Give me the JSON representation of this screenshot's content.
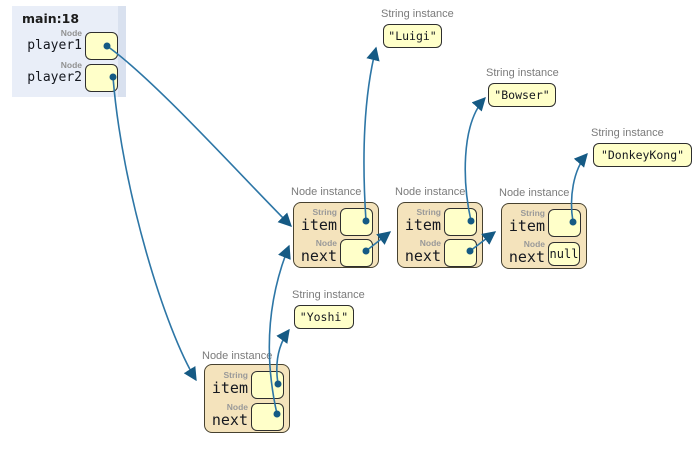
{
  "frame": {
    "title": "main:18",
    "vars": [
      {
        "type": "Node",
        "name": "player1"
      },
      {
        "type": "Node",
        "name": "player2"
      }
    ]
  },
  "nodes": [
    {
      "label": "Node instance",
      "fields": [
        {
          "type": "String",
          "name": "item"
        },
        {
          "type": "Node",
          "name": "next"
        }
      ]
    },
    {
      "label": "Node instance",
      "fields": [
        {
          "type": "String",
          "name": "item"
        },
        {
          "type": "Node",
          "name": "next"
        }
      ]
    },
    {
      "label": "Node instance",
      "fields": [
        {
          "type": "String",
          "name": "item"
        },
        {
          "type": "Node",
          "name": "next",
          "value": "null"
        }
      ]
    },
    {
      "label": "Node instance",
      "fields": [
        {
          "type": "String",
          "name": "item"
        },
        {
          "type": "Node",
          "name": "next"
        }
      ]
    }
  ],
  "strings": [
    {
      "label": "String instance",
      "value": "\"Luigi\""
    },
    {
      "label": "String instance",
      "value": "\"Bowser\""
    },
    {
      "label": "String instance",
      "value": "\"DonkeyKong\""
    },
    {
      "label": "String instance",
      "value": "\"Yoshi\""
    }
  ],
  "edges": [
    {
      "from": "main.player1",
      "to": "node-1"
    },
    {
      "from": "main.player2",
      "to": "node-4"
    },
    {
      "from": "node-1.item",
      "to": "string-Luigi"
    },
    {
      "from": "node-1.next",
      "to": "node-2"
    },
    {
      "from": "node-2.item",
      "to": "string-Bowser"
    },
    {
      "from": "node-2.next",
      "to": "node-3"
    },
    {
      "from": "node-3.item",
      "to": "string-DonkeyKong"
    },
    {
      "from": "node-3.next",
      "to": "null"
    },
    {
      "from": "node-4.item",
      "to": "string-Yoshi"
    },
    {
      "from": "node-4.next",
      "to": "node-1"
    }
  ],
  "colors": {
    "frame_bg": "#e9eef8",
    "frame_edge": "#d9e1ef",
    "node_bg": "#f4e3bc",
    "node_border": "#46412f",
    "pointer_box_bg": "#ffffc9",
    "pointer_box_border": "#2e2e2e",
    "arrow_line": "#2d76a6",
    "arrow_head": "#155a84",
    "label_gray": "#7b7b7b",
    "type_gray": "#999999"
  }
}
